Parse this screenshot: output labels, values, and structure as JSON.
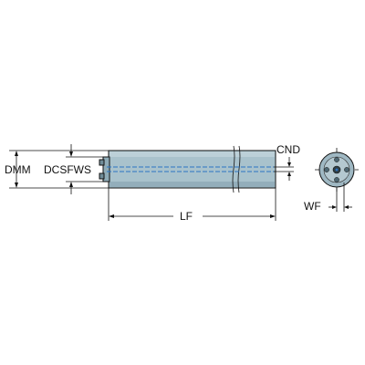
{
  "labels": {
    "dmm": "DMM",
    "dcsfws": "DCSFWS",
    "cnd": "CND",
    "lf": "LF",
    "wf": "WF"
  },
  "colors": {
    "body_fill": "#a9c2cc",
    "body_fill_dark": "#8eabb7",
    "end_view_fill": "#9fb8c3",
    "coolant_line": "#2b74c4",
    "line": "#111111"
  }
}
